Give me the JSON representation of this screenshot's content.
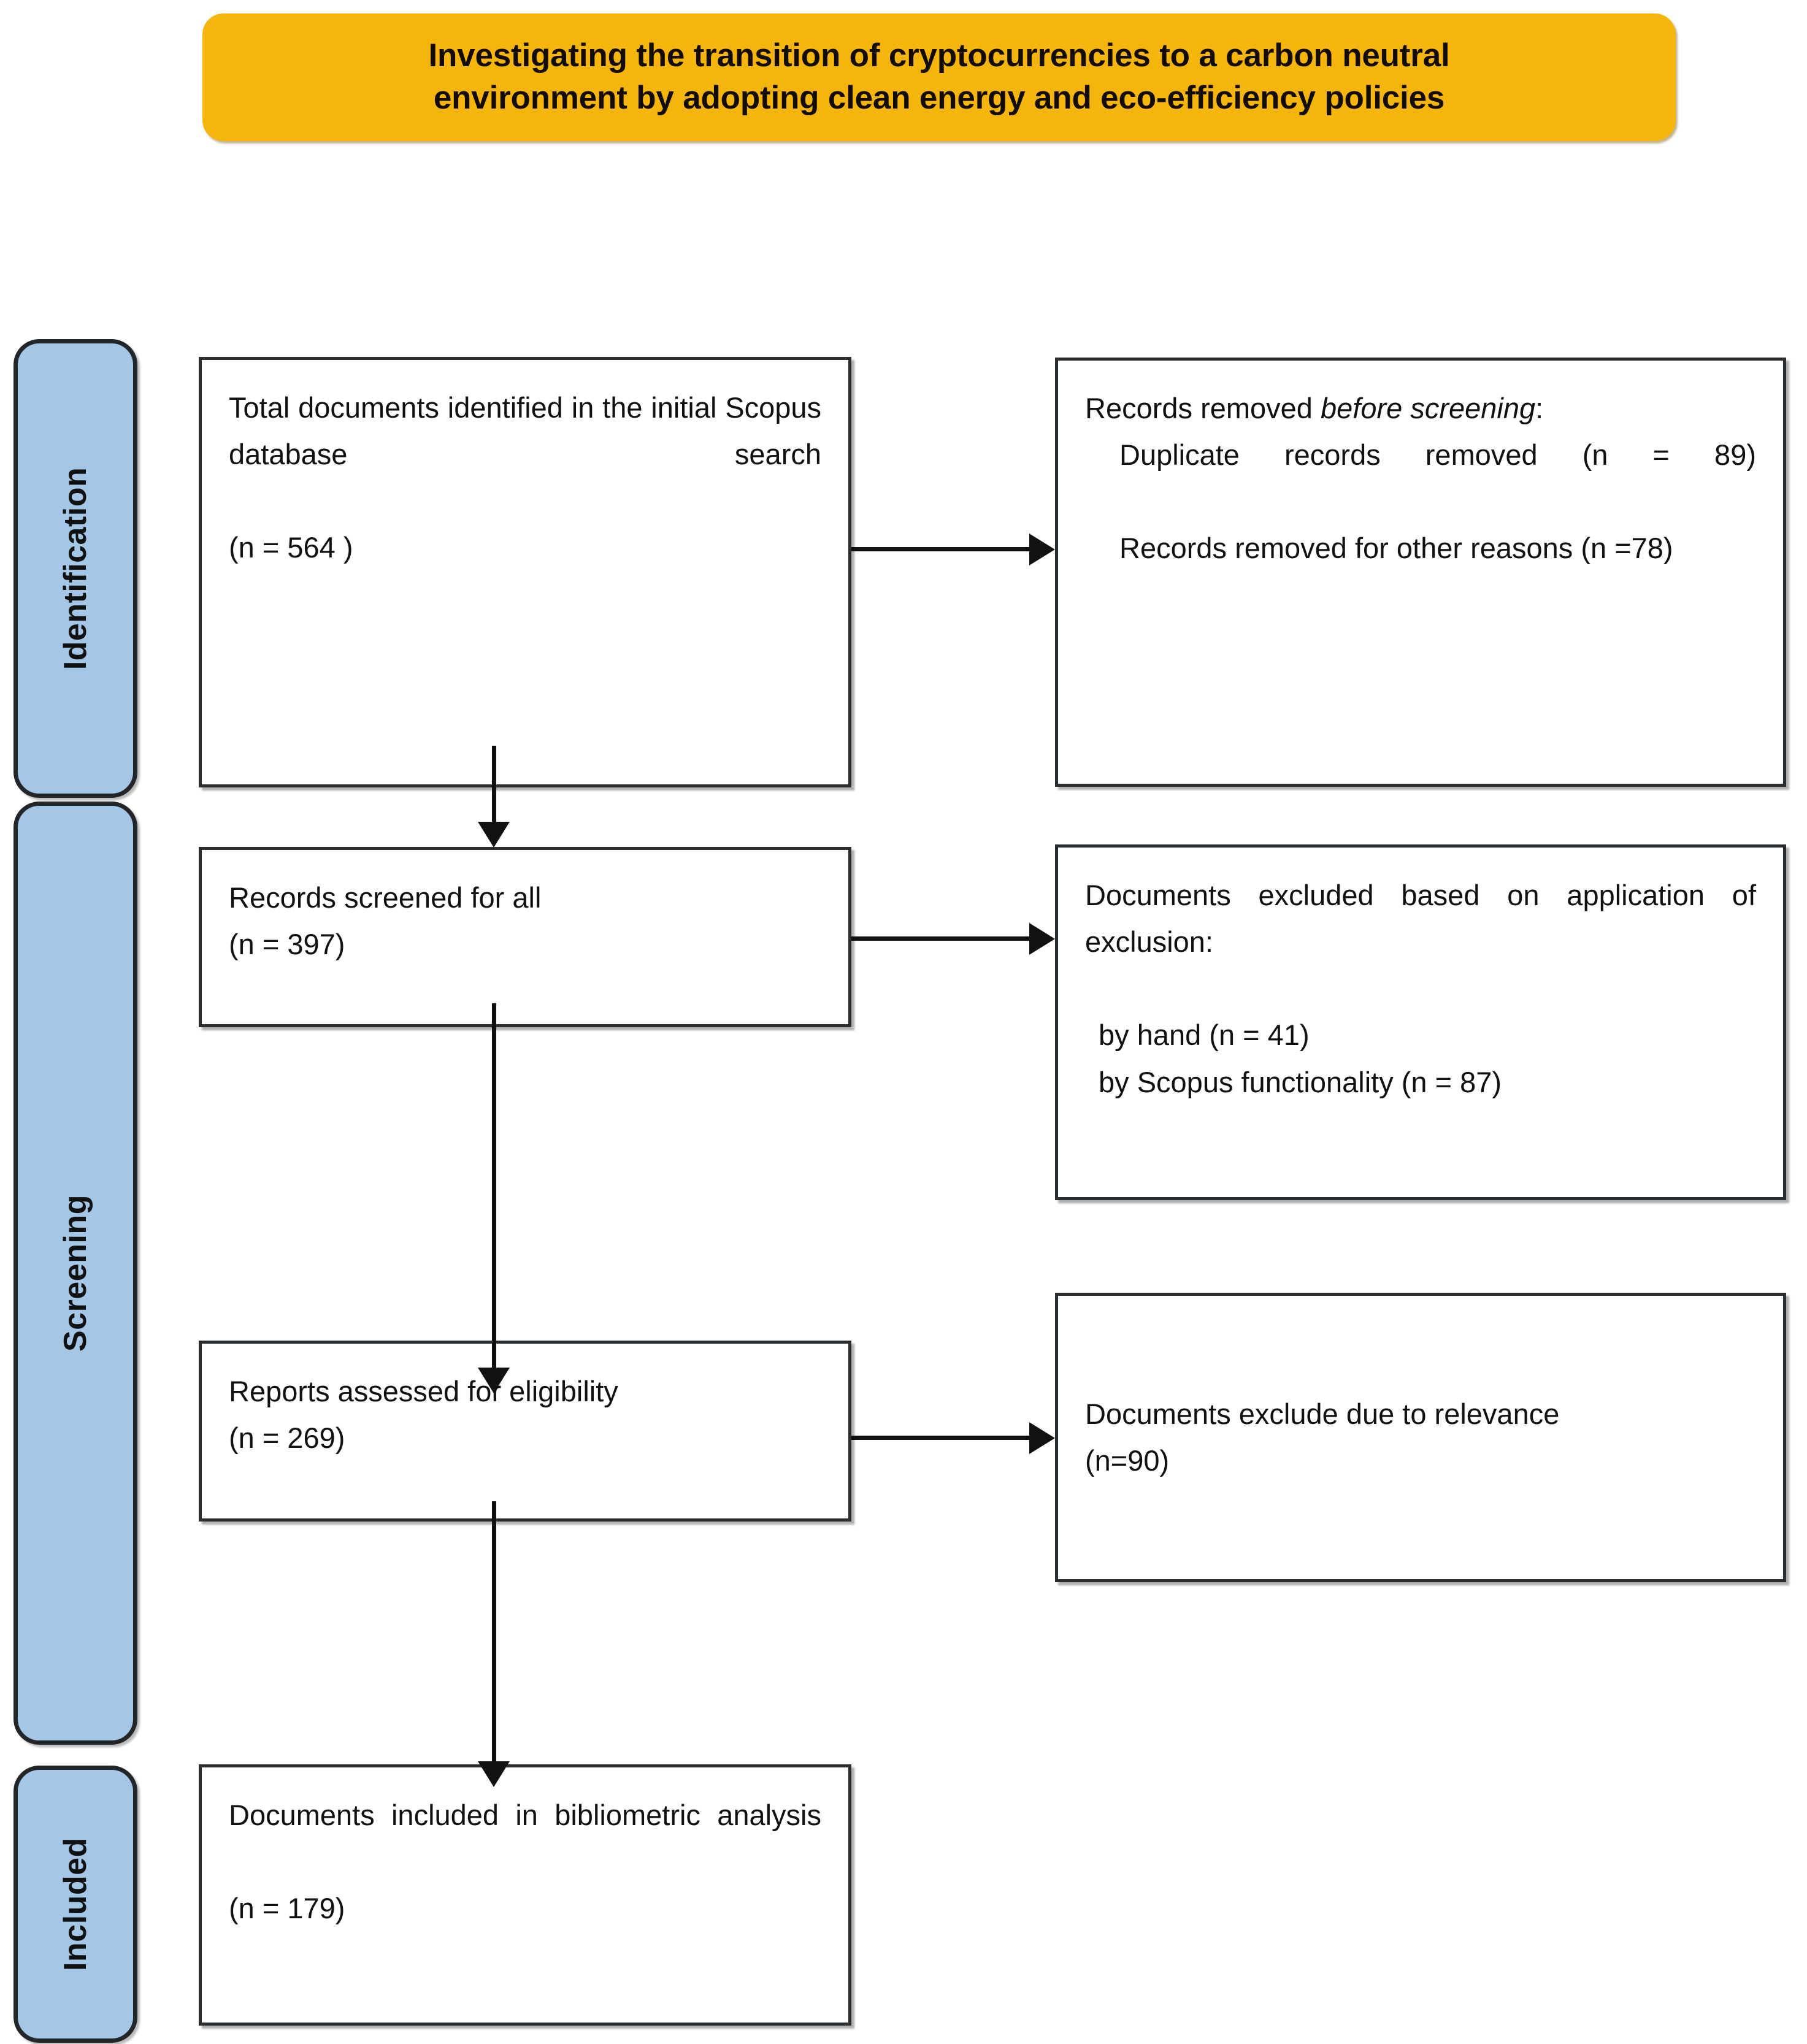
{
  "header": {
    "title_line1": "Investigating the transition of cryptocurrencies to a carbon neutral",
    "title_line2": "environment by adopting clean energy and eco-efficiency policies",
    "color": "#F5B50C"
  },
  "phases": [
    {
      "id": "identification",
      "label": "Identification"
    },
    {
      "id": "screening",
      "label": "Screening"
    },
    {
      "id": "included",
      "label": "Included"
    }
  ],
  "phase_color": "#A4C7E8",
  "boxes": {
    "identified": {
      "line1": "Total documents identified in the initial Scopus database search",
      "line2": "(n = 564 )"
    },
    "removed": {
      "heading_prefix": "Records removed ",
      "heading_italic": "before screening",
      "heading_suffix": ":",
      "item1": "Duplicate records removed",
      "item1_count": "(n = 89)",
      "item2": "Records removed for other reasons (n =78)"
    },
    "screened": {
      "line1": "Records screened for all",
      "line2": "(n = 397)"
    },
    "excluded": {
      "line1": "Documents excluded based on application of exclusion:",
      "item1": "by hand (n = 41)",
      "item2": "by Scopus functionality (n = 87)"
    },
    "eligible": {
      "line1": "Reports assessed for eligibility",
      "line2": "(n = 269)"
    },
    "relevance": {
      "line1": "Documents exclude due to relevance",
      "line2": "(n=90)"
    },
    "included": {
      "line1": "Documents included in bibliometric analysis",
      "line2": "(n = 179)"
    }
  },
  "counts": {
    "identified": 564,
    "duplicates_removed": 89,
    "other_removed": 78,
    "screened": 397,
    "excluded_by_hand": 41,
    "excluded_by_scopus": 87,
    "eligible": 269,
    "excluded_relevance": 90,
    "included": 179
  }
}
